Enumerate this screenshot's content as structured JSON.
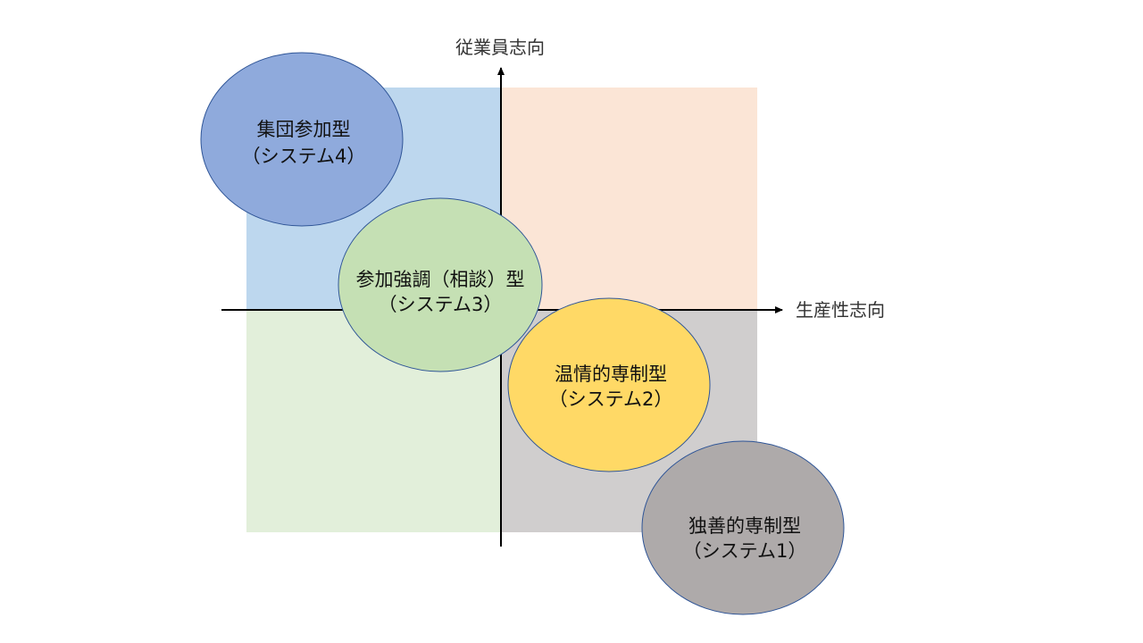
{
  "axes": {
    "vertical_label": "従業員志向",
    "horizontal_label": "生産性志向"
  },
  "quadrants": {
    "top_left_color": "#BDD7EE",
    "top_right_color": "#FBE5D6",
    "bottom_left_color": "#E2EFDA",
    "bottom_right_color": "#D0CECE"
  },
  "systems": [
    {
      "line1": "集団参加型",
      "line2": "（システム4）",
      "fill": "#8FAADC"
    },
    {
      "line1": "参加強調（相談）型",
      "line2": "（システム3）",
      "fill": "#C5E0B4"
    },
    {
      "line1": "温情的専制型",
      "line2": "（システム2）",
      "fill": "#FFD966"
    },
    {
      "line1": "独善的専制型",
      "line2": "（システム1）",
      "fill": "#AEAAAA"
    }
  ],
  "colors": {
    "axis": "#000000",
    "ellipse_stroke": "#2F5597"
  }
}
